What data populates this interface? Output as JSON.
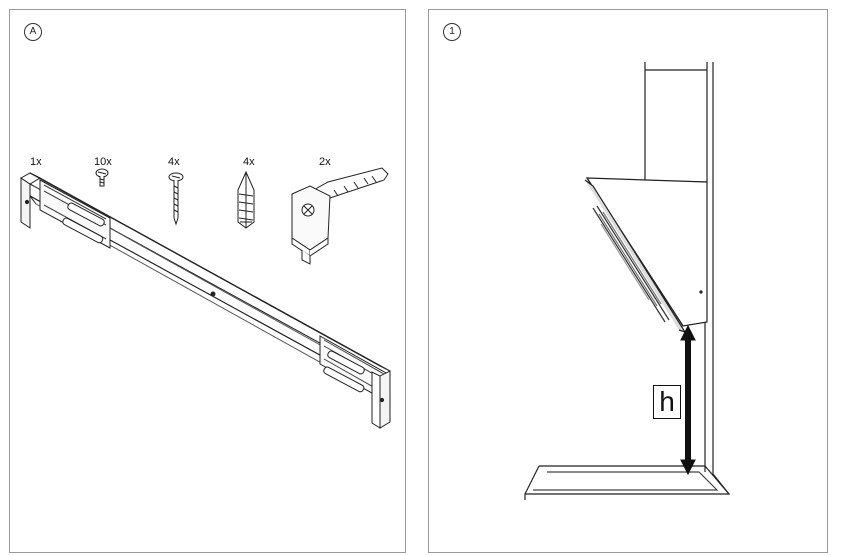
{
  "panel_a": {
    "step_label": "A",
    "parts": [
      {
        "quantity": "1x",
        "icon": "bracket-rail-icon"
      },
      {
        "quantity": "10x",
        "icon": "short-screw-icon"
      },
      {
        "quantity": "4x",
        "icon": "long-screw-icon"
      },
      {
        "quantity": "4x",
        "icon": "wall-plug-icon"
      },
      {
        "quantity": "2x",
        "icon": "hook-bracket-icon"
      }
    ]
  },
  "panel_1": {
    "step_label": "1",
    "height_label": "h"
  }
}
